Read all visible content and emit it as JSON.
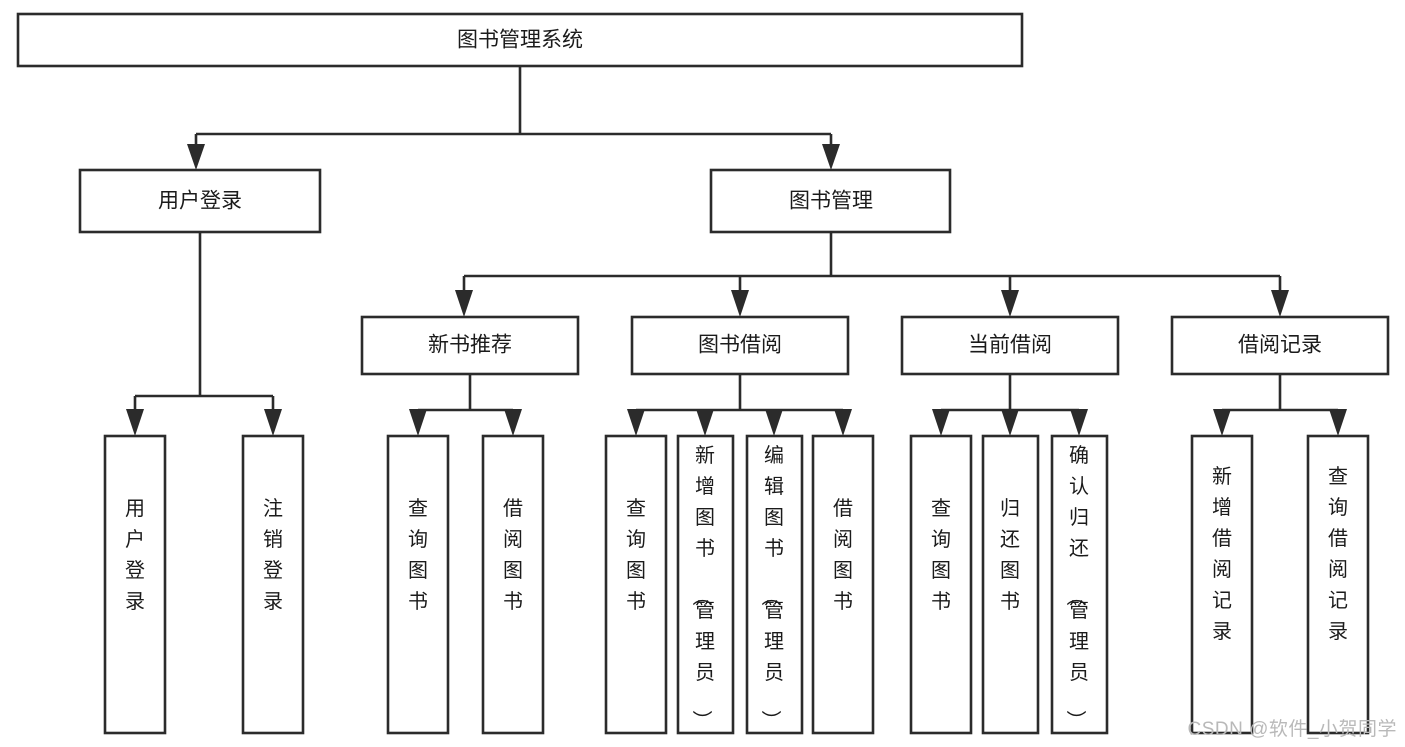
{
  "diagram": {
    "type": "tree",
    "title": "图书管理系统",
    "orientation": "top-down",
    "watermark": "CSDN @软件_小贺同学",
    "colors": {
      "box_fill": "#ffffff",
      "box_stroke": "#2b2b2b",
      "text": "#1b1b1b",
      "background": "#ffffff",
      "watermark": "#b9b9b9"
    },
    "nodes": {
      "root": {
        "label": "图书管理系统",
        "level": 1
      },
      "level2": [
        {
          "id": "user-login",
          "label": "用户登录"
        },
        {
          "id": "book-manage",
          "label": "图书管理"
        }
      ],
      "level3": [
        {
          "id": "new-book-recommend",
          "label": "新书推荐",
          "parent": "book-manage"
        },
        {
          "id": "book-borrow",
          "label": "图书借阅",
          "parent": "book-manage"
        },
        {
          "id": "current-borrow",
          "label": "当前借阅",
          "parent": "book-manage"
        },
        {
          "id": "borrow-record",
          "label": "借阅记录",
          "parent": "book-manage"
        }
      ],
      "leaves": [
        {
          "id": "leaf-user-login",
          "label": "用户登录",
          "parent": "user-login"
        },
        {
          "id": "leaf-logout-login",
          "label": "注销登录",
          "parent": "user-login"
        },
        {
          "id": "leaf-query-book-1",
          "label": "查询图书",
          "parent": "new-book-recommend"
        },
        {
          "id": "leaf-borrow-book-1",
          "label": "借阅图书",
          "parent": "new-book-recommend"
        },
        {
          "id": "leaf-query-book-2",
          "label": "查询图书",
          "parent": "book-borrow"
        },
        {
          "id": "leaf-add-book",
          "label": "新增图书（管理员）",
          "parent": "book-borrow"
        },
        {
          "id": "leaf-edit-book",
          "label": "编辑图书（管理员）",
          "parent": "book-borrow"
        },
        {
          "id": "leaf-borrow-book-2",
          "label": "借阅图书",
          "parent": "book-borrow"
        },
        {
          "id": "leaf-query-book-3",
          "label": "查询图书",
          "parent": "current-borrow"
        },
        {
          "id": "leaf-return-book",
          "label": "归还图书",
          "parent": "current-borrow"
        },
        {
          "id": "leaf-confirm-return",
          "label": "确认归还（管理员）",
          "parent": "current-borrow"
        },
        {
          "id": "leaf-add-record",
          "label": "新增借阅记录",
          "parent": "borrow-record"
        },
        {
          "id": "leaf-query-record",
          "label": "查询借阅记录",
          "parent": "borrow-record"
        }
      ]
    }
  }
}
